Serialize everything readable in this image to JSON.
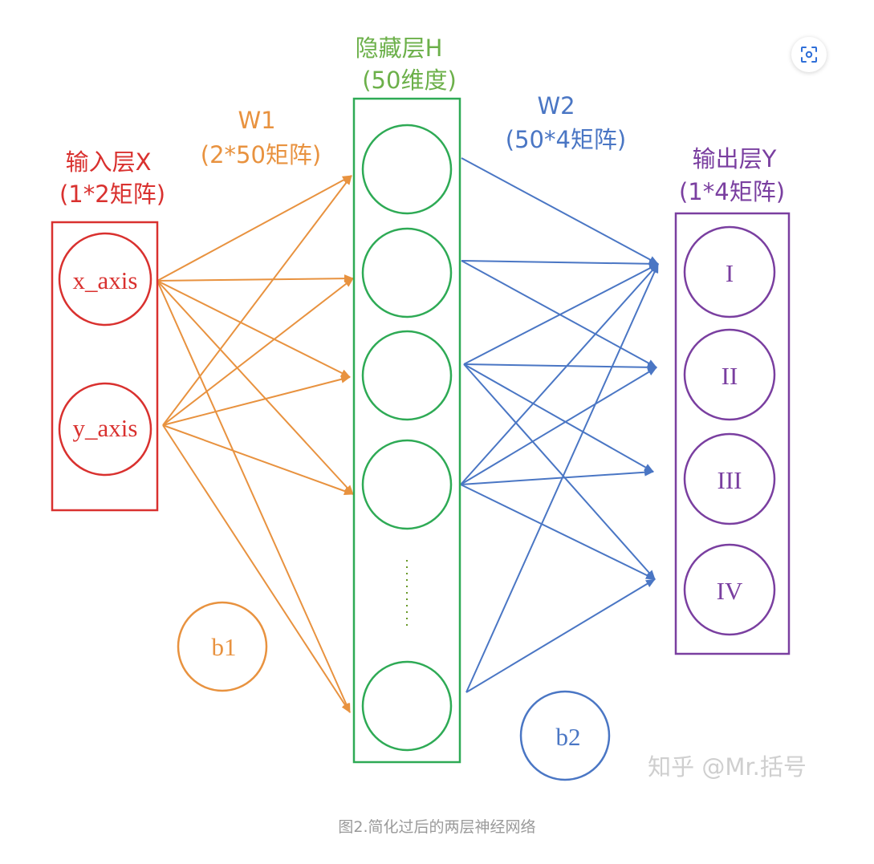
{
  "colors": {
    "input": "#d9312f",
    "hidden": "#2eaa55",
    "output": "#7a3fa0",
    "w1": "#e8923f",
    "w2": "#4a76c4",
    "caption": "#9a9a9a",
    "watermark": "#cfcfcf"
  },
  "labels": {
    "input_title": "输入层X",
    "input_dims": "(1*2矩阵)",
    "hidden_title": "隐藏层H",
    "hidden_dims": "(50维度)",
    "output_title": "输出层Y",
    "output_dims": "(1*4矩阵)",
    "w1_title": "W1",
    "w1_dims": "(2*50矩阵)",
    "w2_title": "W2",
    "w2_dims": "(50*4矩阵)"
  },
  "nodes": {
    "inputs": [
      "x_axis",
      "y_axis"
    ],
    "outputs": [
      "I",
      "II",
      "III",
      "IV"
    ],
    "bias1": "b1",
    "bias2": "b2"
  },
  "watermark": "知乎 @Mr.括号",
  "caption": "图2.简化过后的两层神经网络",
  "icons": {
    "scan": "scan-icon"
  }
}
